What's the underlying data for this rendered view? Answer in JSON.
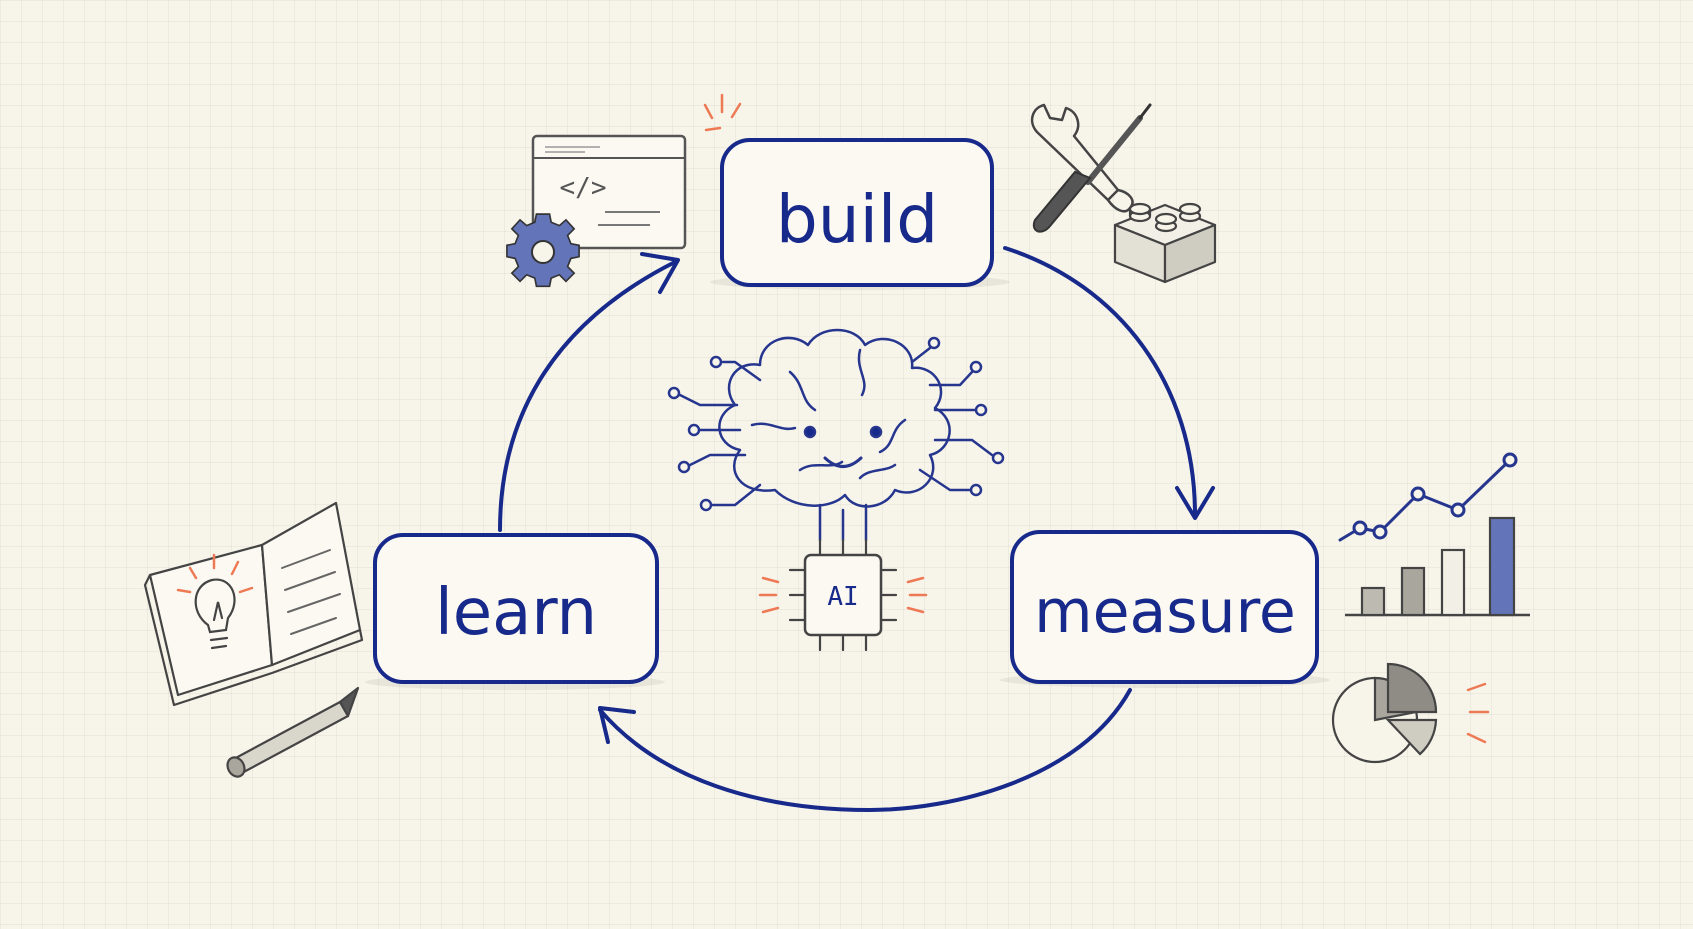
{
  "nodes": {
    "build": "build",
    "measure": "measure",
    "learn": "learn"
  },
  "center": {
    "chip_label": "AI"
  },
  "icons": {
    "code_tag": "</>"
  },
  "colors": {
    "ink_blue": "#17298a",
    "accent_orange": "#ee7a55",
    "pencil_gray": "#555555",
    "paper": "#f7f4ea"
  },
  "icon_names": [
    "code-window-icon",
    "gear-icon",
    "wrench-icon",
    "screwdriver-icon",
    "lego-brick-icon",
    "brain-icon",
    "ai-chip-icon",
    "bar-chart-icon",
    "line-chart-icon",
    "pie-chart-icon",
    "open-book-icon",
    "lightbulb-icon",
    "pencil-icon"
  ]
}
